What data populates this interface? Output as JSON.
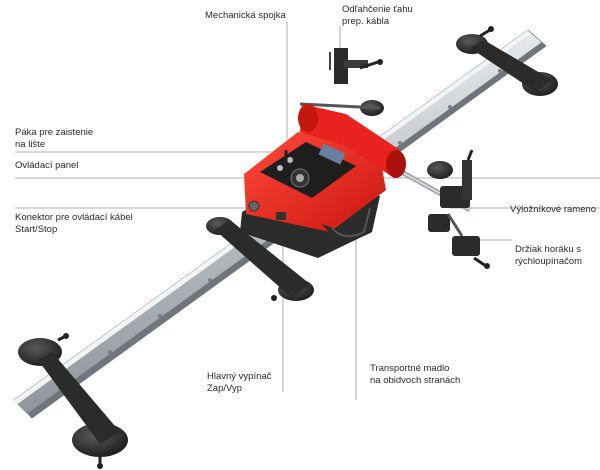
{
  "labels": {
    "mechanical_coupling": "Mechanická spojka",
    "cable_strain_relief_line1": "Odľahčenie ťahu",
    "cable_strain_relief_line2": "prep. kábla",
    "lock_lever_line1": "Páka pre zaistenie",
    "lock_lever_line2": "na lište",
    "control_panel": "Ovládací panel",
    "connector_line1": "Konektor pre ovládací kábel",
    "connector_line2": "Start/Stop",
    "extension_arm": "Výložníkové rameno",
    "torch_holder_line1": "Držiak horáku s",
    "torch_holder_line2": "rýchloupínačom",
    "main_switch_line1": "Hlavný vypínač",
    "main_switch_line2": "Zap/Vyp",
    "transport_handle_line1": "Transportné madlo",
    "transport_handle_line2": "na obidvoch stranách"
  },
  "colors": {
    "carriage_red": "#e8231f",
    "rail_silver": "#c3c8cc",
    "base_dark": "#2b2b2b",
    "leader_line": "#9a9a9a",
    "label_text": "#2a2a2a"
  }
}
